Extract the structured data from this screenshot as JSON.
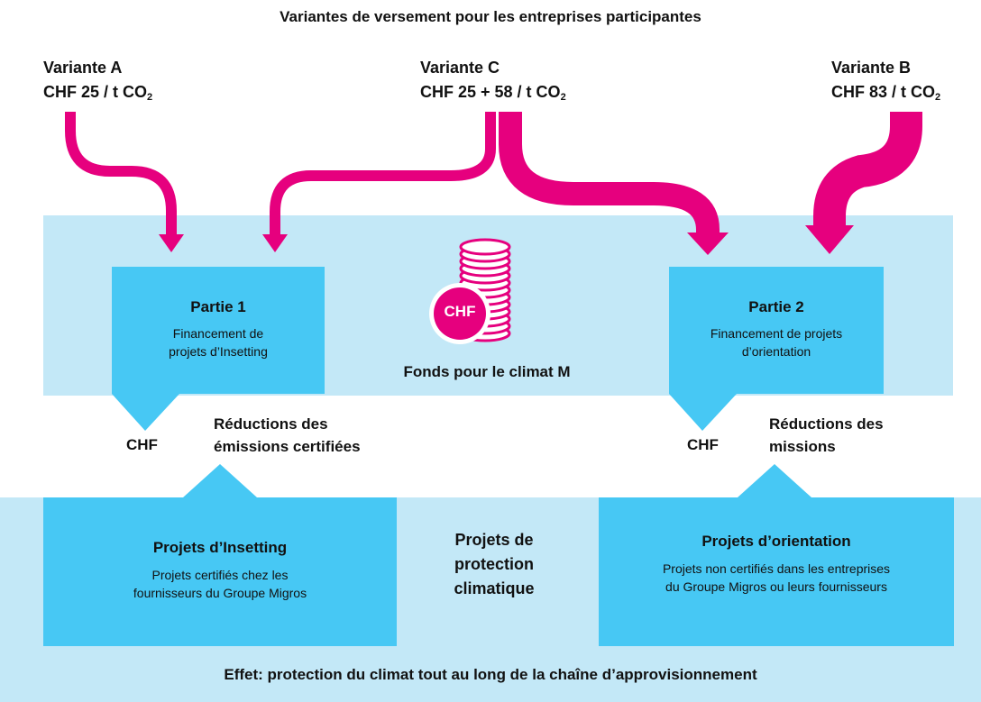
{
  "title": "Variantes de versement pour les entreprises participantes",
  "variants": {
    "a": {
      "name": "Variante A",
      "price": "CHF 25 / t CO",
      "subscript": "2"
    },
    "c": {
      "name": "Variante C",
      "price": "CHF 25 + 58 / t CO",
      "subscript": "2"
    },
    "b": {
      "name": "Variante B",
      "price": "CHF 83 / t CO",
      "subscript": "2"
    }
  },
  "part1": {
    "title": "Partie 1",
    "line1": "Financement de",
    "line2": "projets d’Insetting"
  },
  "part2": {
    "title": "Partie 2",
    "line1": "Financement de projets",
    "line2": "d’orientation"
  },
  "fund": {
    "label": "Fonds pour le climat M",
    "coin_label": "CHF"
  },
  "left_flow": {
    "chf": "CHF",
    "reduction_line1": "Réductions des",
    "reduction_line2": "émissions certifiées"
  },
  "right_flow": {
    "chf": "CHF",
    "reduction_line1": "Réductions des",
    "reduction_line2": "missions"
  },
  "insetting": {
    "title": "Projets d’Insetting",
    "line1": "Projets certifiés chez les",
    "line2": "fournisseurs du Groupe Migros"
  },
  "center_label": {
    "line1": "Projets de",
    "line2": "protection",
    "line3": "climatique"
  },
  "orientation": {
    "title": "Projets d’orientation",
    "line1": "Projets non certifiés dans les entreprises",
    "line2": "du Groupe Migros ou leurs fournisseurs"
  },
  "effect": "Effet: protection du climat tout au long de la chaîne d’approvisionnement",
  "colors": {
    "magenta": "#e6007e",
    "light_blue": "#c3e8f7",
    "blue": "#47c8f4"
  }
}
